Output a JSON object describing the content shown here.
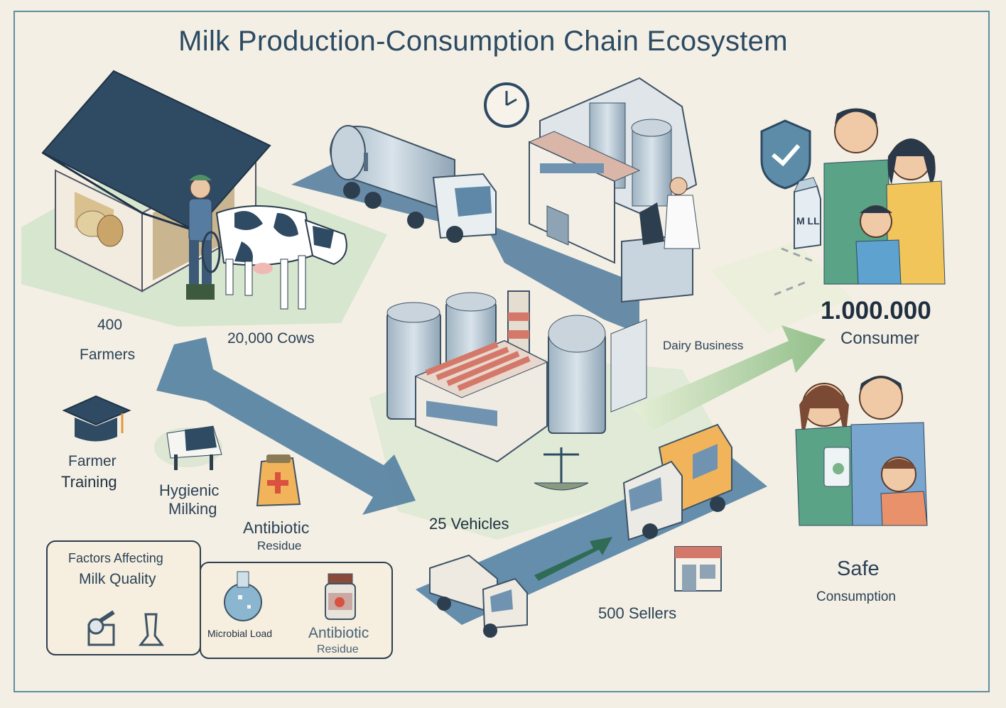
{
  "title": "Milk Production-Consumption Chain Ecosystem",
  "farmers": {
    "count": "400",
    "label": "Farmers"
  },
  "cows": "20,000 Cows",
  "practices": {
    "farmer_training": [
      "Farmer",
      "Training"
    ],
    "hygienic_milking": [
      "Hygienic",
      "Milking"
    ],
    "antibiotic_residue": [
      "Antibiotic",
      "Residue"
    ]
  },
  "factors": {
    "title": [
      "Factors Affecting",
      "Milk Quality"
    ],
    "microbial_load": "Microbial Load",
    "antibiotic_residue": [
      "Antibiotic",
      "Residue"
    ]
  },
  "vehicles": "25 Vehicles",
  "dairy_business": "Dairy Business",
  "sellers": "500 Sellers",
  "consumers": {
    "count": "1.000.000",
    "label": "Consumer"
  },
  "safe": {
    "title": "Safe",
    "subtitle": "Consumption"
  },
  "milk_carton_text": "M LL",
  "colors": {
    "background": "#f4efe4",
    "frame": "#5e8ea0",
    "flow_blue": "#4f7a9c",
    "field_green": "#cfe1c8",
    "arrow_green": "#8fbf8a",
    "roof": "#2f4a63",
    "text": "#2b4257"
  }
}
